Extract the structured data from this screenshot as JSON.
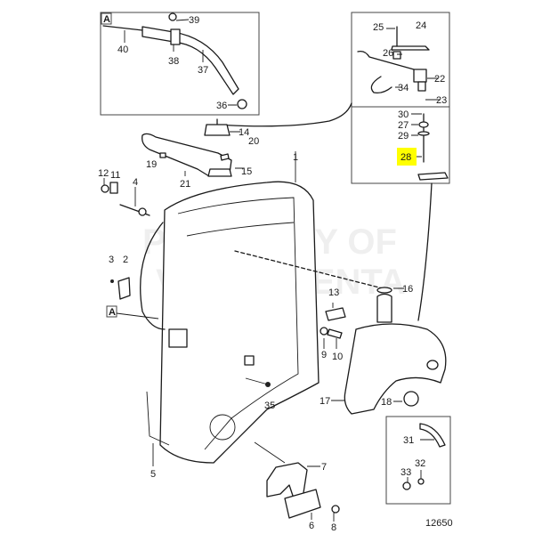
{
  "diagram": {
    "watermark": [
      "PROPERTY OF",
      "VOLVO PENTA"
    ],
    "drawing_number": "12650",
    "detail_marker": "A",
    "highlight_color": "#ffff00",
    "highlighted_part": "28",
    "labels": [
      "1",
      "2",
      "3",
      "4",
      "5",
      "6",
      "7",
      "8",
      "9",
      "10",
      "11",
      "12",
      "13",
      "14",
      "15",
      "16",
      "17",
      "18",
      "19",
      "20",
      "21",
      "22",
      "23",
      "24",
      "25",
      "26",
      "27",
      "28",
      "29",
      "30",
      "31",
      "32",
      "33",
      "34",
      "35",
      "36",
      "37",
      "38",
      "39",
      "40"
    ]
  }
}
